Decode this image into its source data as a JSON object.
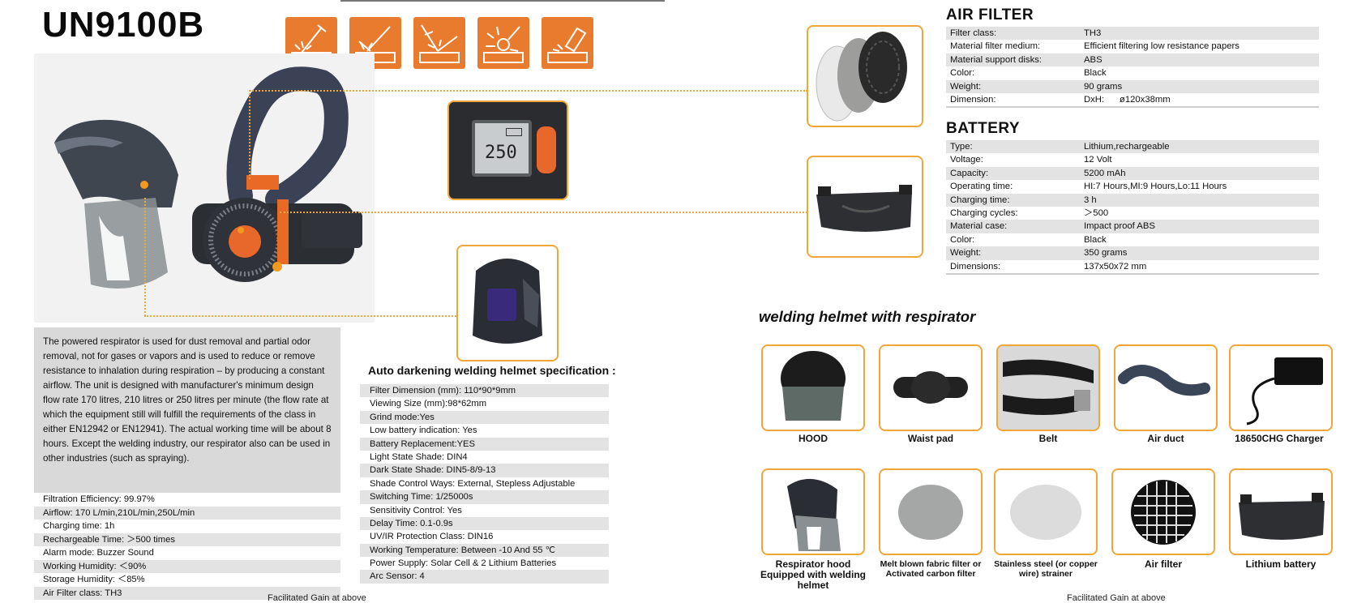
{
  "product_code": "UN9100B",
  "icons": [
    "mig-welding-icon",
    "tig-welding-icon",
    "arc-welding-icon",
    "grinding-icon",
    "plasma-cutting-icon"
  ],
  "colors": {
    "accent": "#e87b2e",
    "frame": "#f0a73a",
    "stripe": "#e3e3e3",
    "desc_bg": "#d9d9d9"
  },
  "description": "The powered respirator is used for dust removal and partial odor removal, not for gases or vapors and is used to reduce or remove resistance to inhalation during respiration – by producing a constant airflow. The unit is designed with manufacturer's minimum design flow rate 170 litres, 210 litres or 250 litres per minute (the flow rate at which the equipment still will fulfill the requirements of the class in either EN12942 or EN12941). The actual working time will be about 8 hours. Except the welding industry, our respirator also can be used in other industries (such as spraying).",
  "respirator_specs": [
    "Filtration Efficiency: 99.97%",
    "Airflow: 170 L/min,210L/min,250L/min",
    "Charging time: 1h",
    "Rechargeable Time: ＞500 times",
    "Alarm mode: Buzzer Sound",
    "Working Humidity: ＜90%",
    "Storage Humidity: ＜85%",
    "Air Filter class: TH3"
  ],
  "display_reading": "250",
  "helmet_spec": {
    "title": "Auto darkening welding helmet specification :",
    "rows": [
      "Filter Dimension (mm): 110*90*9mm",
      "Viewing Size (mm):98*62mm",
      "Grind mode:Yes",
      "Low battery indication: Yes",
      "Battery Replacement:YES",
      "Light State Shade: DIN4",
      "Dark State Shade: DIN5-8/9-13",
      "Shade Control Ways: External, Stepless Adjustable",
      "Switching Time: 1/25000s",
      "Sensitivity Control: Yes",
      "Delay Time: 0.1-0.9s",
      "UV/IR Protection Class: DIN16",
      "Working Temperature: Between -10 And 55 ℃",
      "Power Supply: Solar Cell & 2 Lithium Batteries",
      "Arc Sensor: 4"
    ]
  },
  "air_filter": {
    "title": "AIR FILTER",
    "rows": [
      {
        "k": "Filter class:",
        "v": "TH3"
      },
      {
        "k": "Material filter medium:",
        "v": "Efficient filtering low resistance papers"
      },
      {
        "k": "Material support disks:",
        "v": "ABS"
      },
      {
        "k": "Color:",
        "v": "Black"
      },
      {
        "k": "Weight:",
        "v": "90 grams"
      },
      {
        "k": "Dimension:",
        "v": "DxH:      ø120x38mm"
      }
    ]
  },
  "battery": {
    "title": "BATTERY",
    "rows": [
      {
        "k": "Type:",
        "v": "Lithium,rechargeable"
      },
      {
        "k": "Voltage:",
        "v": "12 Volt"
      },
      {
        "k": "Capacity:",
        "v": "5200 mAh"
      },
      {
        "k": "Operating time:",
        "v": "HI:7 Hours,MI:9 Hours,Lo:11 Hours"
      },
      {
        "k": "Charging time:",
        "v": "3 h"
      },
      {
        "k": "Charging cycles:",
        "v": "＞500"
      },
      {
        "k": "Material case:",
        "v": "Impact proof ABS"
      },
      {
        "k": "Color:",
        "v": "Black"
      },
      {
        "k": "Weight:",
        "v": "350 grams"
      },
      {
        "k": "Dimensions:",
        "v": "137x50x72 mm"
      }
    ]
  },
  "welding_title": "welding helmet with respirator",
  "parts_row1": [
    "HOOD",
    "Waist pad",
    "Belt",
    "Air duct",
    "18650CHG  Charger"
  ],
  "parts_row2": [
    "Respirator hood Equipped with welding helmet",
    "Melt blown fabric filter or Activated carbon filter",
    "Stainless steel (or copper wire) strainer",
    "Air filter",
    "Lithium battery"
  ],
  "footer_note": "Facilitated Gain at above"
}
